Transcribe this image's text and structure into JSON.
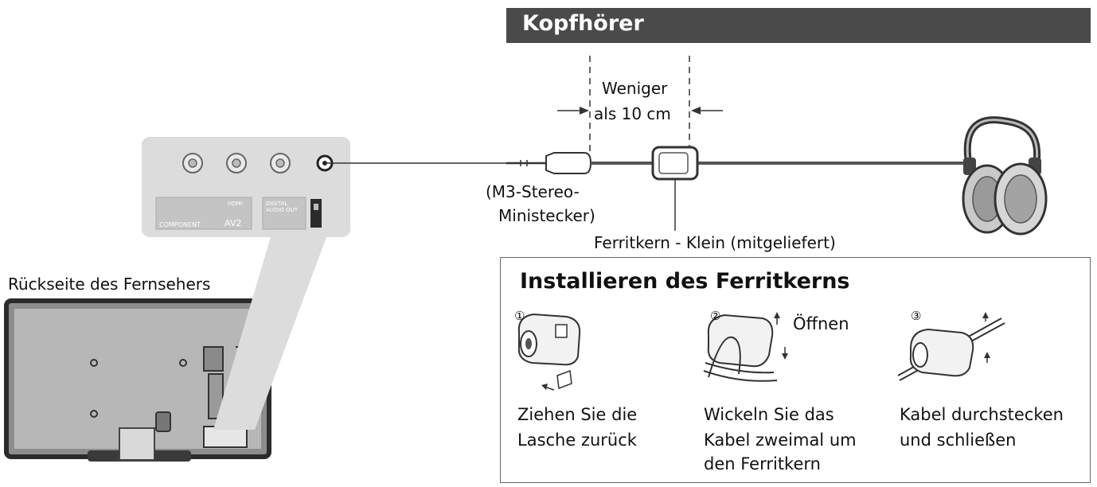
{
  "header": {
    "title": "Kopfhörer"
  },
  "distance_label": {
    "line1": "Weniger",
    "line2": "als 10 cm"
  },
  "plug_label": {
    "line1": "(M3-Stereo-",
    "line2": "Ministecker)"
  },
  "ferrite_label": "Ferritkern - Klein (mitgeliefert)",
  "tv_label": "Rückseite des Fernsehers",
  "panel": {
    "label_component": "COMPONENT",
    "label_av2": "AV2",
    "label_digital": "DIGITAL AUDIO OUT",
    "label_hdmi": "HDMI"
  },
  "install": {
    "title": "Installieren des Ferritkerns",
    "steps": [
      {
        "num": "①",
        "line1": "Ziehen Sie die",
        "line2": "Lasche zurück",
        "line3": ""
      },
      {
        "num": "②",
        "line1": "Wickeln Sie das",
        "line2": "Kabel zweimal um",
        "line3": "den Ferritkern",
        "note": "Öffnen"
      },
      {
        "num": "③",
        "line1": "Kabel durchstecken",
        "line2": "und schließen",
        "line3": ""
      }
    ]
  }
}
